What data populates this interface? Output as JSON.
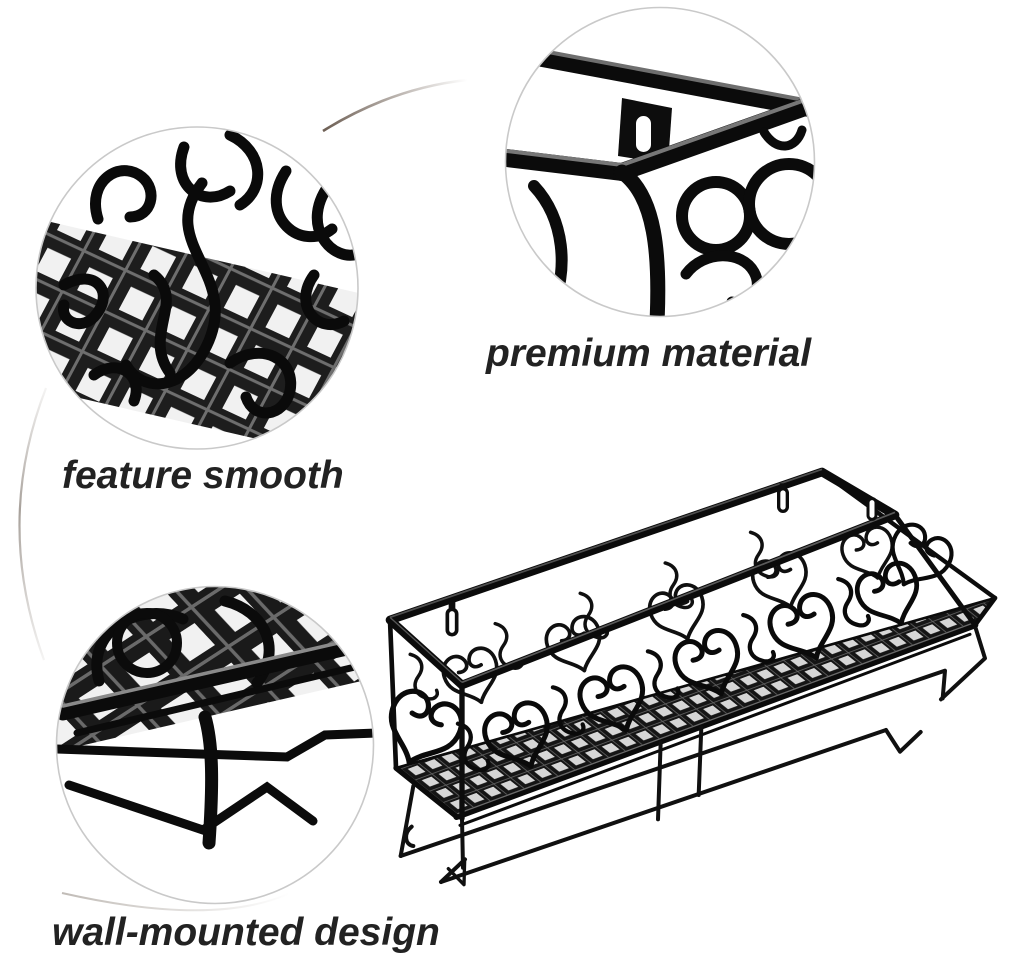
{
  "callouts": {
    "premium_material": {
      "label": "premium material",
      "icon": "frame-corner-keyhole-detail"
    },
    "feature_smooth": {
      "label": "feature smooth",
      "icon": "scrollwork-mesh-detail"
    },
    "wall_mounted_design": {
      "label": "wall-mounted design",
      "icon": "mesh-rail-underside-detail"
    }
  },
  "colors": {
    "background": "#ffffff",
    "metal": "#0d0d0d",
    "mesh_highlight": "#5f5f5f",
    "circle_ring": "#c9c9c9",
    "caption_text": "#222222",
    "swoosh": "#6d5f52"
  }
}
